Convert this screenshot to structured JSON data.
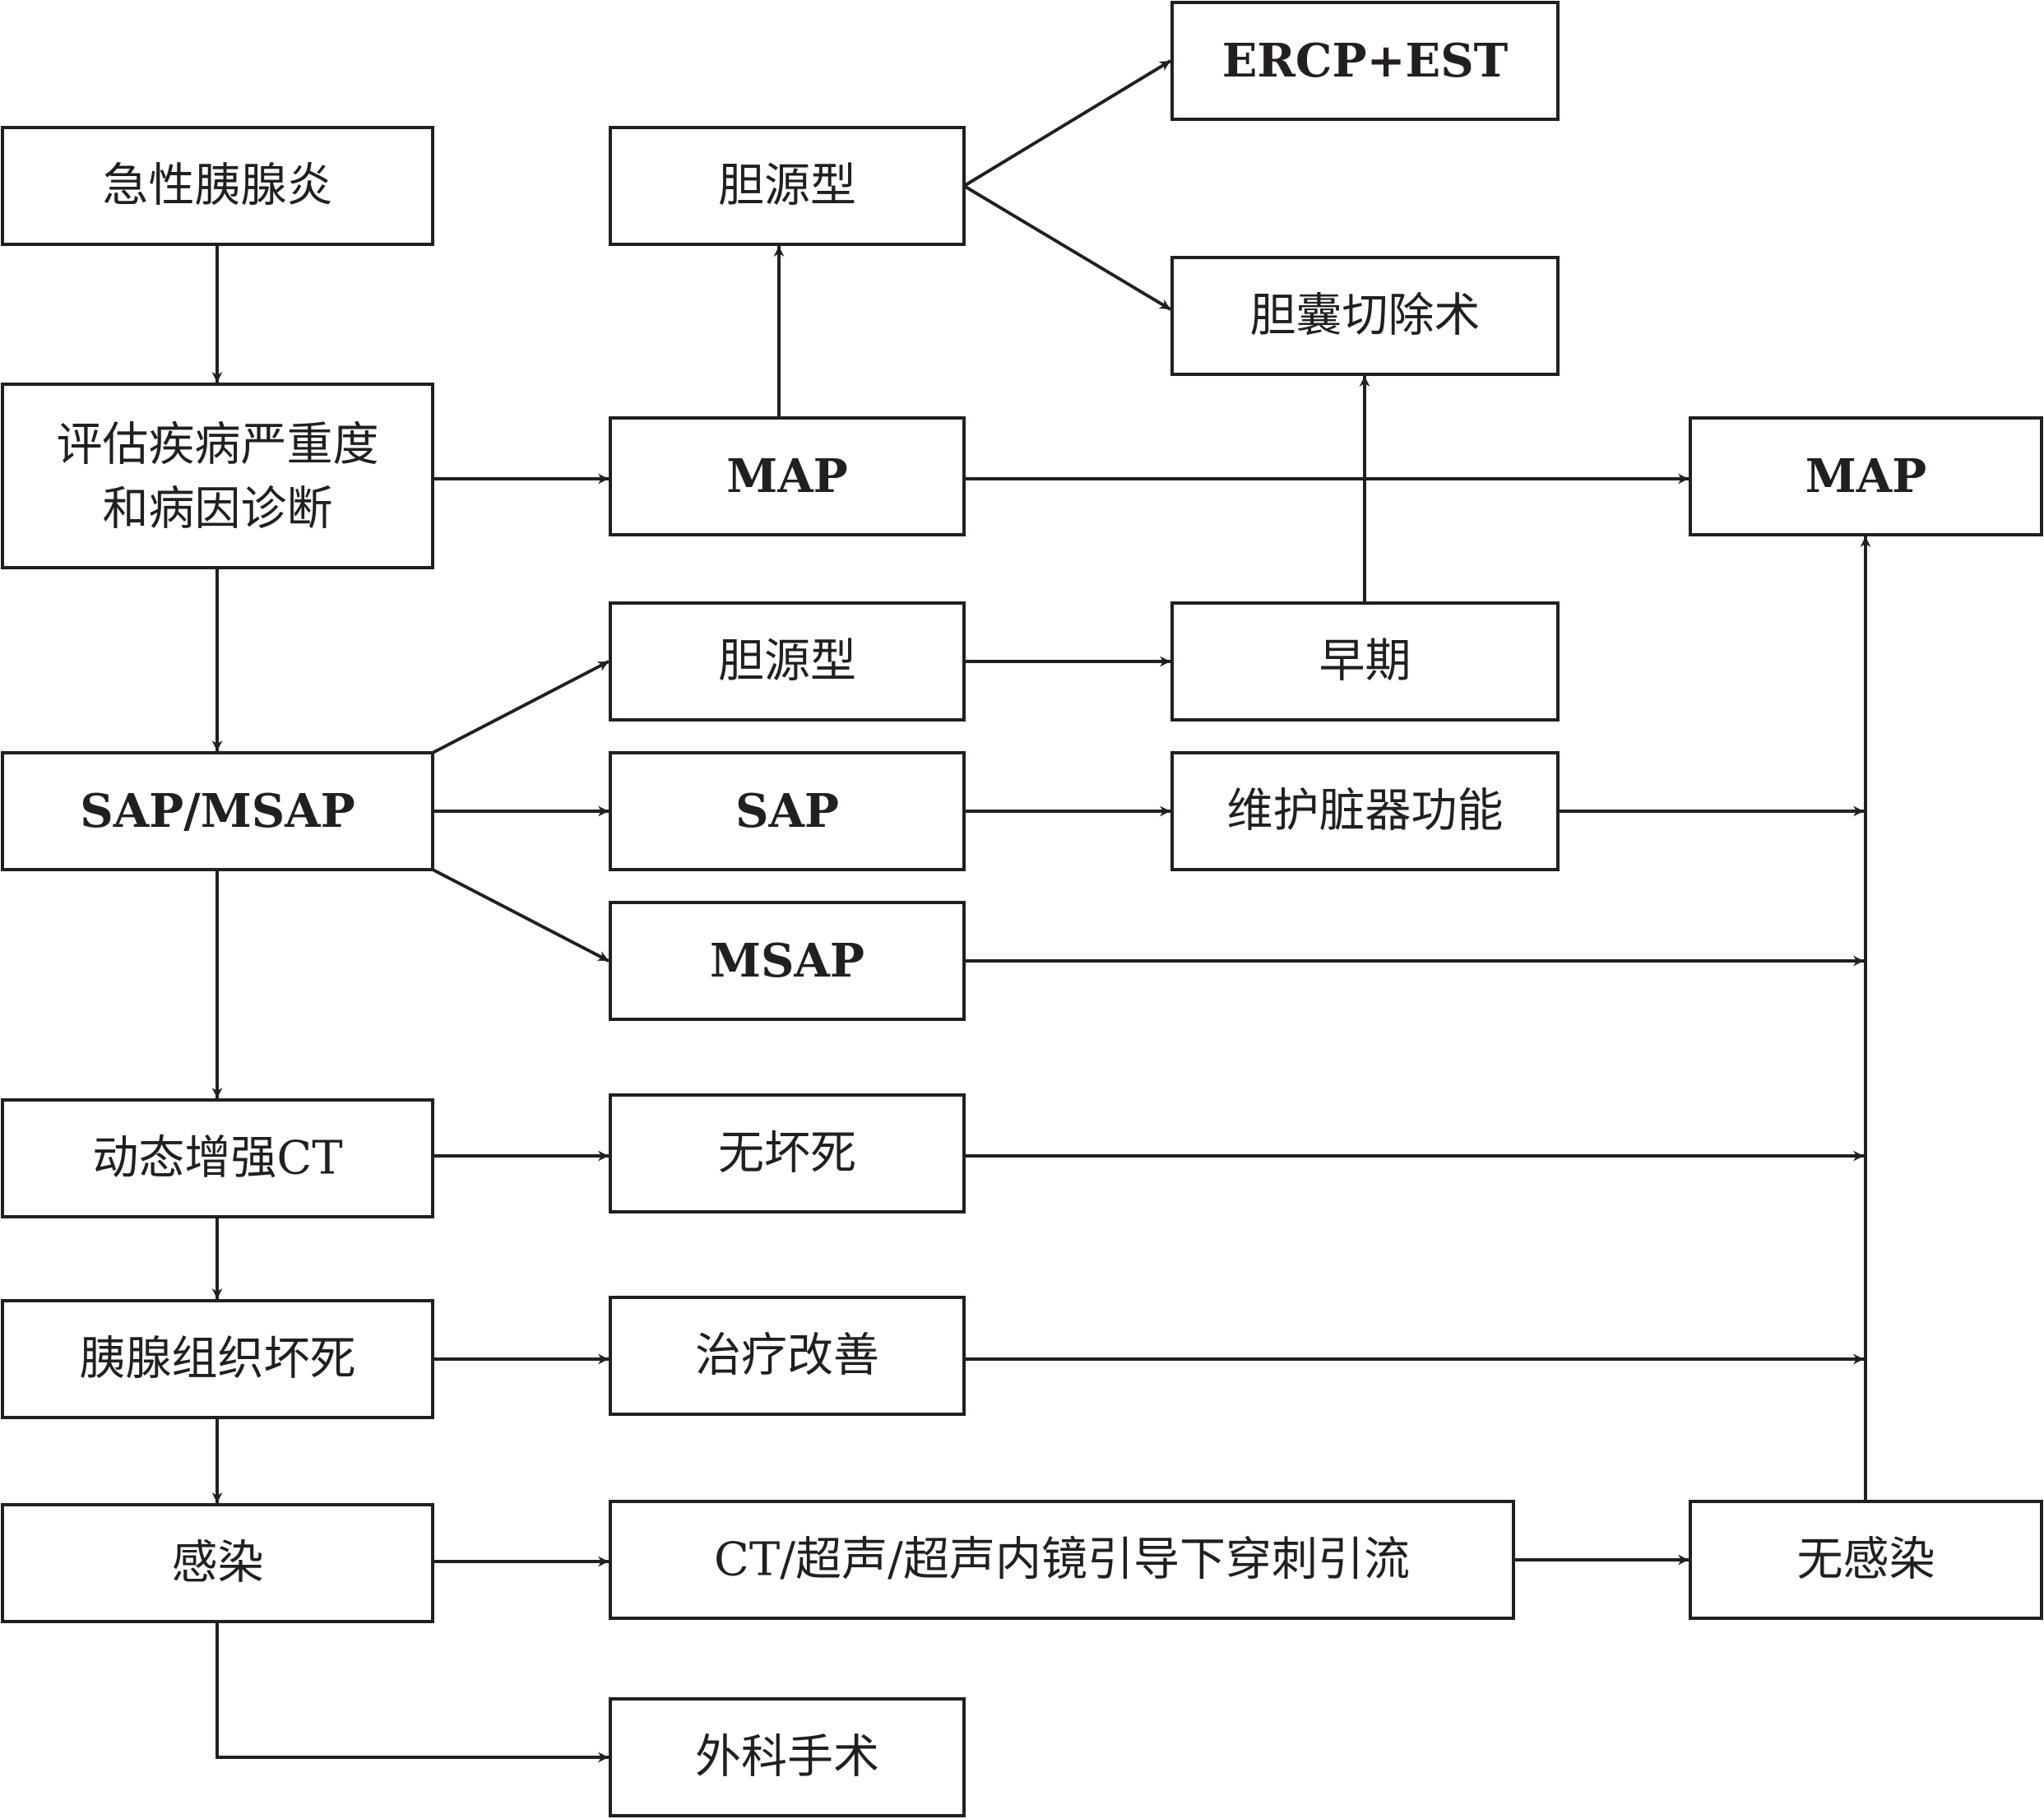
{
  "diagram": {
    "colors": {
      "line": "#231f20",
      "fill": "#ffffff"
    },
    "nodes": {
      "acute_pancreatitis": "急性胰腺炎",
      "assessment": [
        "评估疾病严重度",
        "和病因诊断"
      ],
      "sap_msap": "SAP/MSAP",
      "dynamic_ct": "动态增强CT",
      "pancreatic_necrosis": "胰腺组织坏死",
      "infection": "感染",
      "biliary_1": "胆源型",
      "map_1": "MAP",
      "biliary_2": "胆源型",
      "sap": "SAP",
      "msap": "MSAP",
      "no_necrosis": "无坏死",
      "treatment_improved": "治疗改善",
      "drainage": "CT/超声/超声内镜引导下穿刺引流",
      "surgery": "外科手术",
      "ercp_est": "ERCP+EST",
      "cholecystectomy": "胆囊切除术",
      "early": "早期",
      "organ_support": "维护脏器功能",
      "map_2": "MAP",
      "no_infection": "无感染"
    }
  }
}
